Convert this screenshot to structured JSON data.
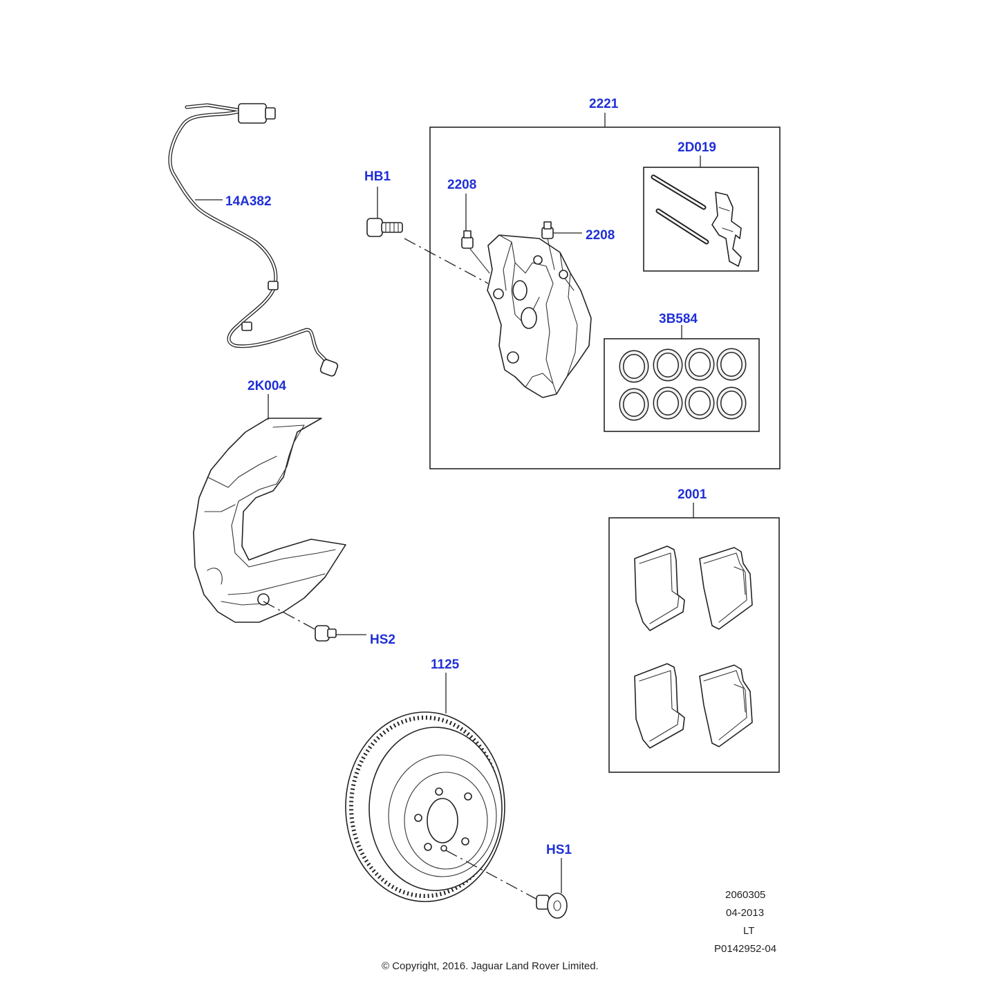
{
  "diagram": {
    "labels": {
      "brake_sensor": "14A382",
      "caliper_assembly": "2221",
      "pin_kit": "2D019",
      "bolt_hb1": "HB1",
      "bleed_left": "2208",
      "bleed_right": "2208",
      "seal_kit": "3B584",
      "shield": "2K004",
      "pads": "2001",
      "bolt_hs2": "HS2",
      "disc": "1125",
      "bolt_hs1": "HS1"
    },
    "meta": {
      "ref": "2060305",
      "date": "04-2013",
      "code": "LT",
      "part_no": "P0142952-04"
    },
    "copyright": "© Copyright, 2016. Jaguar Land Rover Limited."
  },
  "colors": {
    "label": "#1f2fd6",
    "line": "#222222",
    "background": "#ffffff"
  }
}
